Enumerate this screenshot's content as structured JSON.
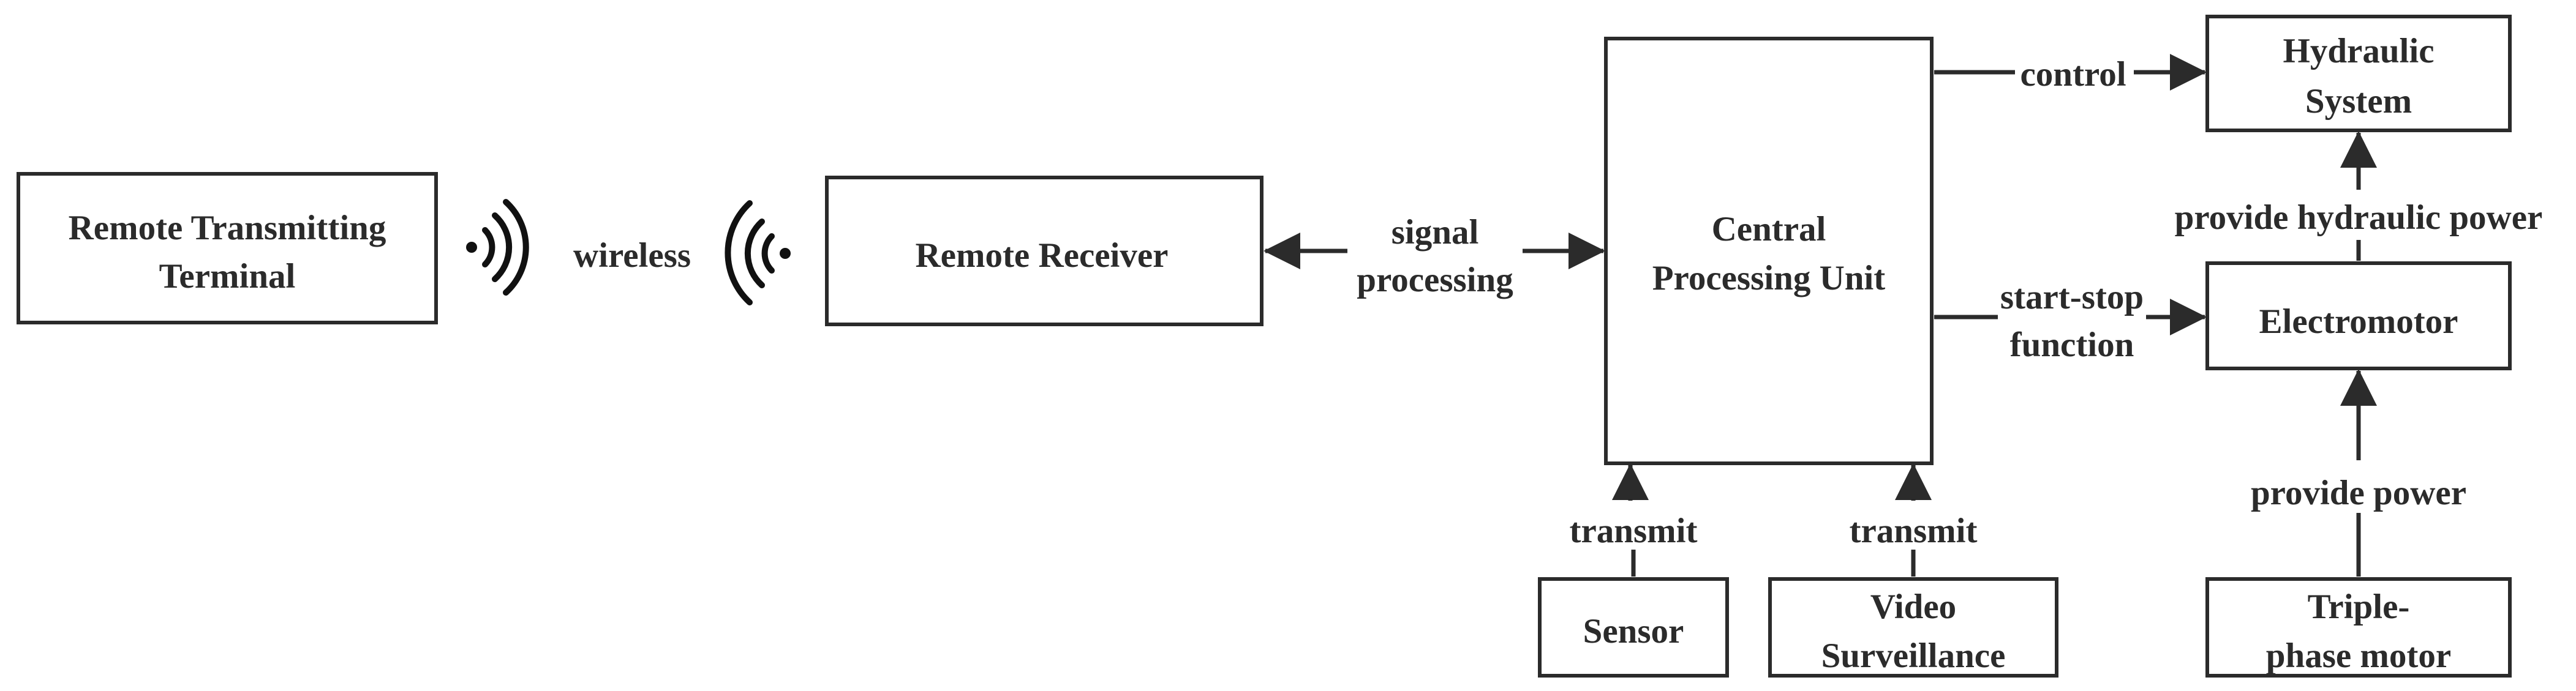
{
  "nodes": {
    "remote_transmitting_terminal": [
      "Remote Transmitting",
      "Terminal"
    ],
    "remote_receiver": [
      "Remote Receiver"
    ],
    "central_processing_unit": [
      "Central",
      "Processing Unit"
    ],
    "hydraulic_system": [
      "Hydraulic",
      "System"
    ],
    "electromotor": [
      "Electromotor"
    ],
    "sensor": [
      "Sensor"
    ],
    "video_surveillance": [
      "Video",
      "Surveillance"
    ],
    "triple_phase_motor": [
      "Triple-",
      "phase motor"
    ]
  },
  "edges": {
    "wireless": [
      "wireless"
    ],
    "signal_processing": [
      "signal",
      "processing"
    ],
    "control": [
      "control"
    ],
    "start_stop_function": [
      "start-stop",
      "function"
    ],
    "provide_hydraulic_power": [
      "provide hydraulic power"
    ],
    "provide_power": [
      "provide power"
    ],
    "transmit_sensor": [
      "transmit"
    ],
    "transmit_video": [
      "transmit"
    ]
  },
  "icons": {
    "left": "wireless-signal-icon",
    "right": "wireless-signal-icon"
  },
  "colors": {
    "stroke": "#2b2b2b",
    "text": "#2b2b2b",
    "background": "#ffffff"
  }
}
